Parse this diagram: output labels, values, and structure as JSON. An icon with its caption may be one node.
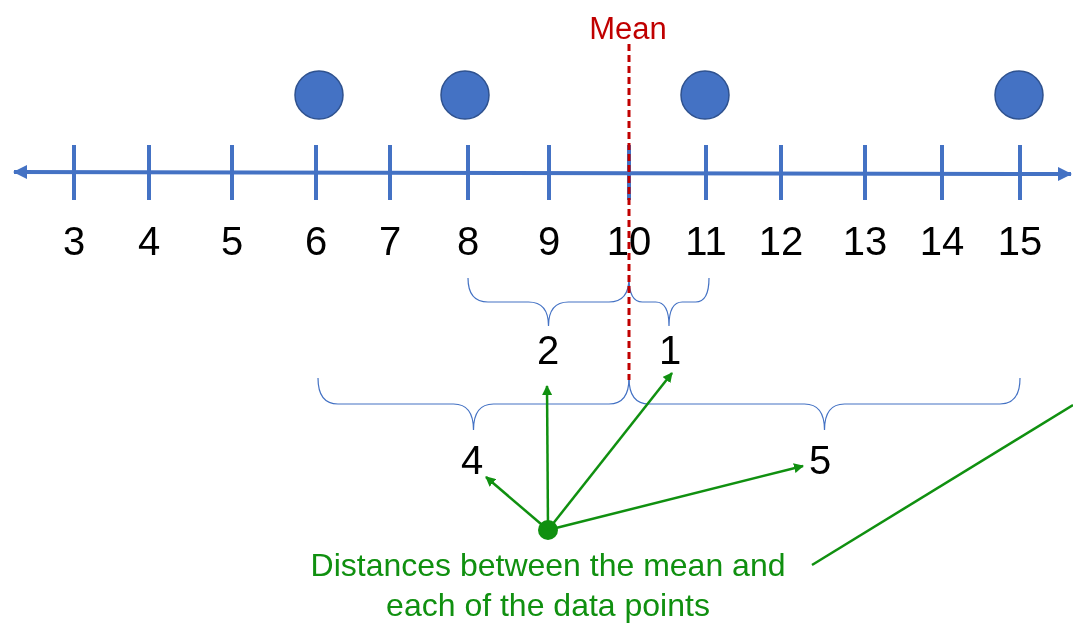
{
  "diagram": {
    "nodes": [
      {
        "text": [
          "2"
        ]
      },
      {
        "text": [
          "1"
        ]
      },
      {
        "text": [
          "4"
        ]
      },
      {
        "text": [
          "5"
        ]
      },
      {
        "text": [],
        "shape": "circle"
      },
      {
        "text": [
          "Distances between the mean and each of the data points"
        ]
      }
    ],
    "edges": [
      {
        "from": 4,
        "to": 2,
        "arrow": "to"
      },
      {
        "from": 4,
        "to": 0,
        "arrow": "to"
      },
      {
        "from": 4,
        "to": 1,
        "arrow": "to"
      },
      {
        "from": 4,
        "to": 3,
        "arrow": "to"
      },
      {
        "from": 5,
        "to": null,
        "arrow": "none"
      }
    ],
    "labels": [
      "Mean",
      "3",
      "4",
      "5",
      "6",
      "7",
      "8",
      "9",
      "10",
      "11",
      "12",
      "13",
      "14",
      "15"
    ]
  }
}
